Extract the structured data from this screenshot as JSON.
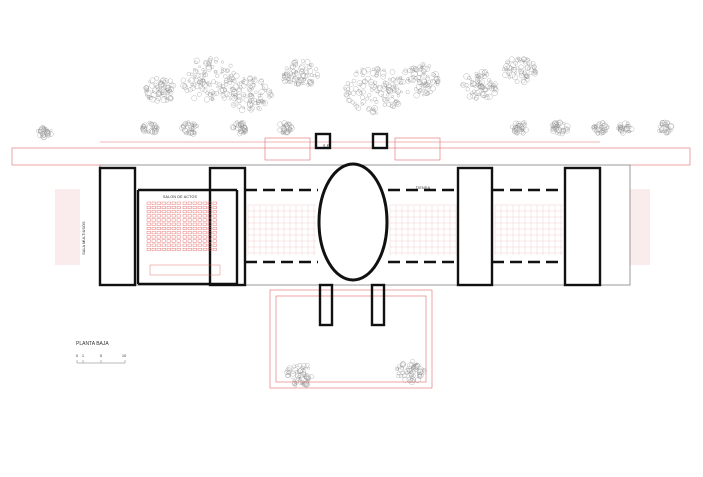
{
  "drawing": {
    "title": "PLANTA BAJA",
    "scale_ticks": [
      "0",
      "1",
      "5",
      "10"
    ],
    "rooms": {
      "salon": "SALON DE ACTOS",
      "tienda": "TIENDA",
      "left_wing": "SALA MULTIUSOS",
      "service": "S.E."
    }
  },
  "colors": {
    "wall": "#111111",
    "furniture": "#e05a5a",
    "trees": "#8a8a8a",
    "background": "#ffffff"
  }
}
